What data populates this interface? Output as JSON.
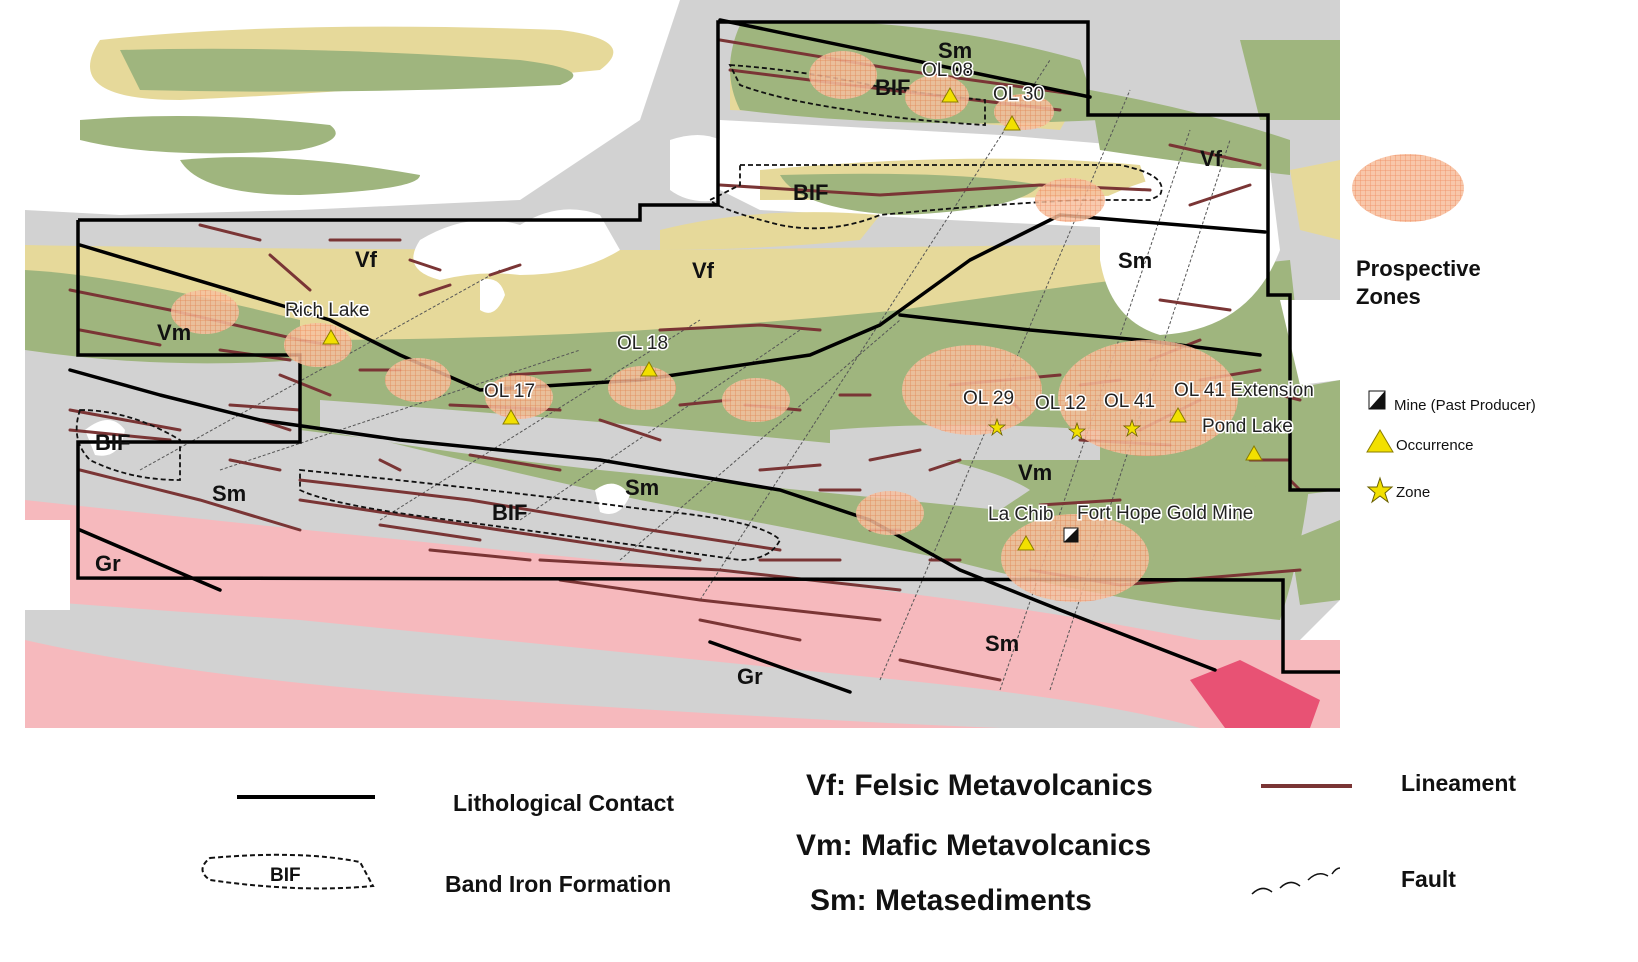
{
  "map_labels": {
    "units": [
      "Sm",
      "BIF",
      "BIF",
      "Vf",
      "Vf",
      "Vf",
      "Sm",
      "Vm",
      "BIF",
      "Sm",
      "Sm",
      "BIF",
      "Vm",
      "Gr",
      "Sm",
      "Gr"
    ],
    "sites": [
      "OL 08",
      "OL 30",
      "Rich Lake",
      "OL 18",
      "OL 17",
      "OL 29",
      "OL 12",
      "OL 41",
      "OL 41 Extension",
      "Pond Lake",
      "La Chib",
      "Fort Hope Gold Mine"
    ]
  },
  "side_legend": {
    "prospective_zones": "Prospective\nZones",
    "mine": "Mine (Past Producer)",
    "occurrence": "Occurrence",
    "zone": "Zone"
  },
  "bottom_legend": {
    "lithological_contact": "Lithological Contact",
    "band_iron_formation": "Band Iron Formation",
    "bif_sample": "BIF",
    "vf": "Vf: Felsic Metavolcanics",
    "vm": "Vm: Mafic Metavolcanics",
    "sm": "Sm: Metasediments",
    "lineament": "Lineament",
    "fault": "Fault"
  },
  "colors": {
    "felsic": "#e6d99a",
    "mafic": "#9fb57e",
    "sediments": "#d2d2d2",
    "granite": "#f6b9bd",
    "lineament": "#7a3535",
    "prospective": "#f3a77a",
    "occurrence": "#f2e000"
  }
}
